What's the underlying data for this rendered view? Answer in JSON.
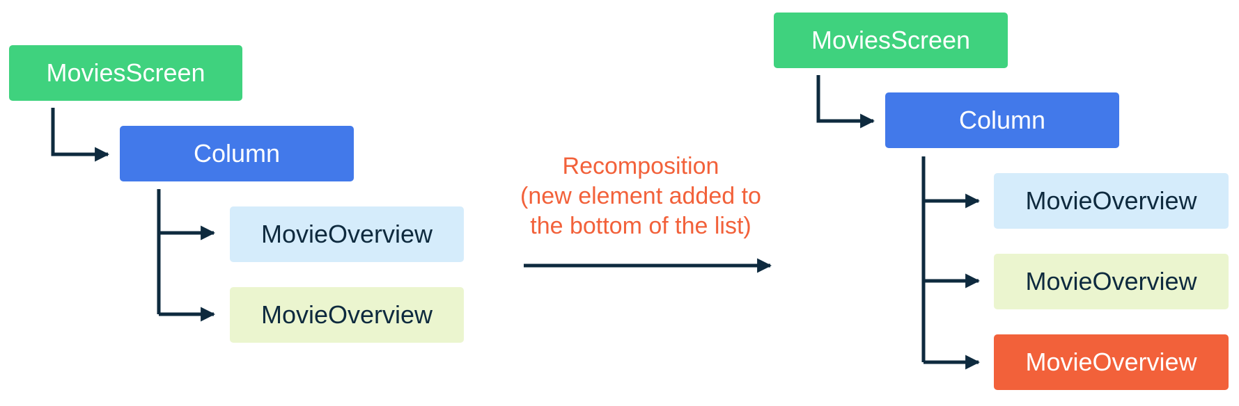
{
  "colors": {
    "screen": "#3fd27e",
    "column": "#4279ea",
    "overview_light_blue": "#d5ecfb",
    "overview_light_green": "#ebf5cf",
    "overview_new": "#f2613a",
    "text_dark": "#0e2a3e",
    "text_light": "#ffffff",
    "connector": "#0e2a3e",
    "caption": "#f2613a"
  },
  "before_tree": {
    "screen_label": "MoviesScreen",
    "column_label": "Column",
    "items": [
      {
        "label": "MovieOverview"
      },
      {
        "label": "MovieOverview"
      }
    ]
  },
  "transition": {
    "line1": "Recomposition",
    "line2": "(new element added to",
    "line3": "the bottom of the list)"
  },
  "after_tree": {
    "screen_label": "MoviesScreen",
    "column_label": "Column",
    "items": [
      {
        "label": "MovieOverview"
      },
      {
        "label": "MovieOverview"
      },
      {
        "label": "MovieOverview"
      }
    ]
  }
}
